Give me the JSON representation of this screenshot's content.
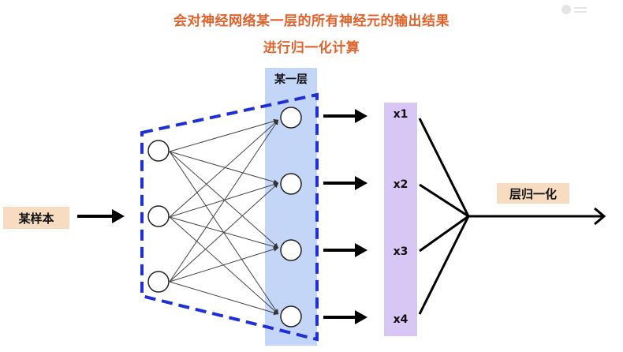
{
  "title": {
    "line1": "会对神经网络某一层的所有神经元的输出结果",
    "line2": "进行归一化计算"
  },
  "layer_label": "某一层",
  "input_label": "某样本",
  "outputs": [
    "x1",
    "x2",
    "x3",
    "x4"
  ],
  "result_label": "层归一化",
  "colors": {
    "title": "#e0622a",
    "layer_band": "#c3d6f7",
    "output_band": "#d8c6f4",
    "label_bg": "#f7dcc1",
    "dashed_border": "#1f2fd6"
  }
}
